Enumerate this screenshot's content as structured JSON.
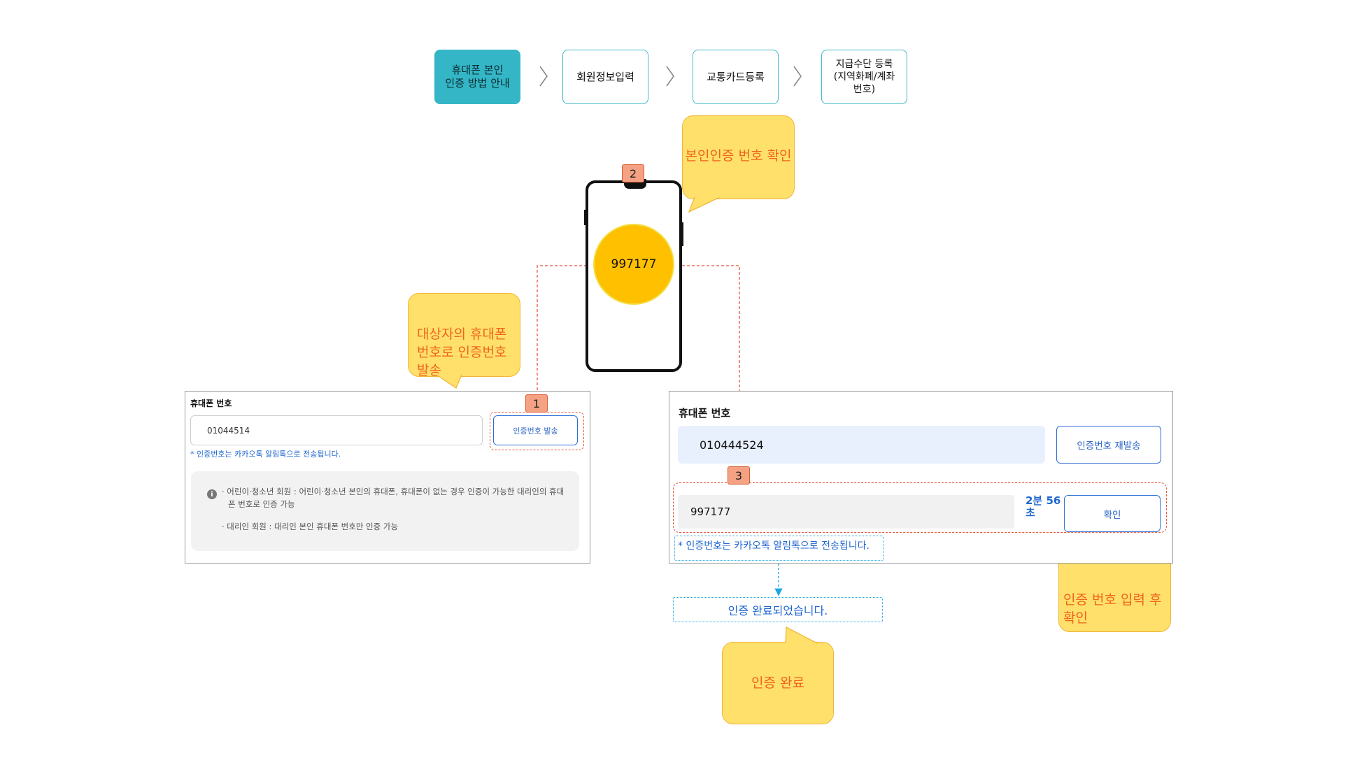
{
  "steps": [
    {
      "label": "휴대폰 본인\n인증 방법 안내",
      "active": true
    },
    {
      "label": "회원정보입력",
      "active": false
    },
    {
      "label": "교통카드등록",
      "active": false
    },
    {
      "label": "지급수단 등록\n(지역화폐/계좌\n번호)",
      "active": false
    }
  ],
  "callouts": {
    "verify_number": "본인인증 번호 확인",
    "send_number": "대상자의 휴대폰\n번호로 인증번호\n발송",
    "enter_confirm": "인증 번호 입력 후\n확인",
    "done": "인증 완료"
  },
  "phone": {
    "code": "997177"
  },
  "badges": [
    "1",
    "2",
    "3"
  ],
  "left_form": {
    "label": "휴대폰 번호",
    "phone_value": "01044514",
    "send_button": "인증번호 발송",
    "note": "* 인증번호는 카카오톡 알림톡으로 전송됩니다.",
    "info_lines": [
      "· 어린이·청소년 회원 : 어린이·청소년 본인의 휴대폰, 휴대폰이 없는 경우 인증이 가능한 대리인의 휴대",
      "폰 번호로 인증 가능",
      "· 대리인 회원 : 대리인 본인 휴대폰 번호만 인증 가능"
    ]
  },
  "right_form": {
    "label": "휴대폰 번호",
    "phone_value": "010444524",
    "resend_button": "인증번호 재발송",
    "code_value": "997177",
    "timer": "2분 56\n초",
    "confirm_button": "확인",
    "note": "* 인증번호는 카카오톡 알림톡으로 전송됩니다.",
    "complete_message": "인증 완료되었습니다."
  },
  "colors": {
    "step_active": "#34b6c6",
    "step_border": "#40b8c8",
    "callout_fill": "#ffe06b",
    "callout_text": "#f0641e",
    "badge_fill": "#f4a283",
    "phone_circle": "#ffc000",
    "link_blue": "#1f66d1",
    "dashed_red": "#e8553a",
    "dotted_cyan": "#1aa6e0"
  }
}
